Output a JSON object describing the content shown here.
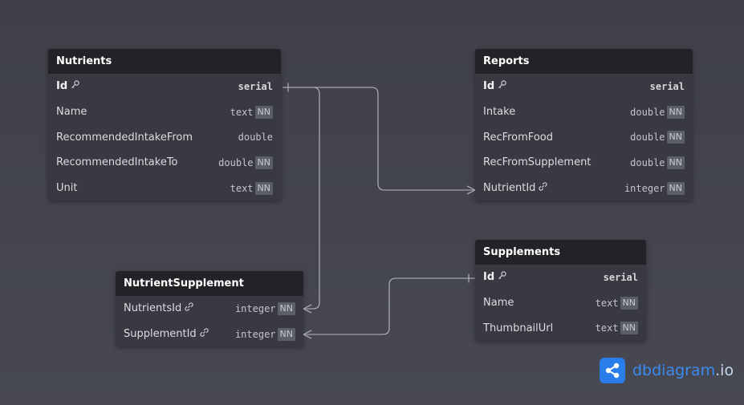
{
  "tables": {
    "nutrients": {
      "title": "Nutrients",
      "rows": [
        {
          "name": "Id",
          "type": "serial",
          "nn": "",
          "icon": "key-icon"
        },
        {
          "name": "Name",
          "type": "text",
          "nn": "NN"
        },
        {
          "name": "RecommendedIntakeFrom",
          "type": "double",
          "nn": ""
        },
        {
          "name": "RecommendedIntakeTo",
          "type": "double",
          "nn": "NN"
        },
        {
          "name": "Unit",
          "type": "text",
          "nn": "NN"
        }
      ]
    },
    "reports": {
      "title": "Reports",
      "rows": [
        {
          "name": "Id",
          "type": "serial",
          "nn": "",
          "icon": "key-icon"
        },
        {
          "name": "Intake",
          "type": "double",
          "nn": "NN"
        },
        {
          "name": "RecFromFood",
          "type": "double",
          "nn": "NN"
        },
        {
          "name": "RecFromSupplement",
          "type": "double",
          "nn": "NN"
        },
        {
          "name": "NutrientId",
          "type": "integer",
          "nn": "NN",
          "icon": "link-icon"
        }
      ]
    },
    "nutrient_supplement": {
      "title": "NutrientSupplement",
      "rows": [
        {
          "name": "NutrientsId",
          "type": "integer",
          "nn": "NN",
          "icon": "link-icon"
        },
        {
          "name": "SupplementId",
          "type": "integer",
          "nn": "NN",
          "icon": "link-icon"
        }
      ]
    },
    "supplements": {
      "title": "Supplements",
      "rows": [
        {
          "name": "Id",
          "type": "serial",
          "nn": "",
          "icon": "key-icon"
        },
        {
          "name": "Name",
          "type": "text",
          "nn": "NN"
        },
        {
          "name": "ThumbnailUrl",
          "type": "text",
          "nn": "NN"
        }
      ]
    }
  },
  "logo": {
    "brand": "dbdiagram",
    "domain": ".io",
    "icon": "share-icon"
  },
  "colors": {
    "background": "#44454e",
    "header": "#222326",
    "body": "#383941",
    "accent": "#2b7de9",
    "line": "#b9bac2"
  }
}
